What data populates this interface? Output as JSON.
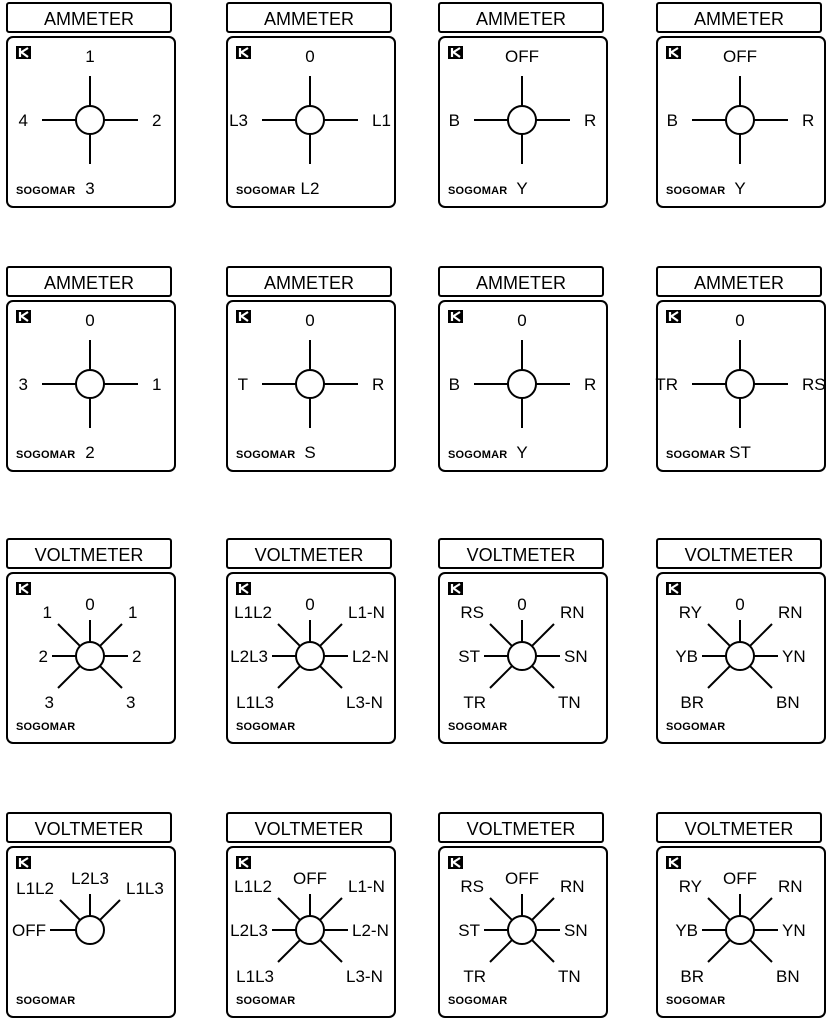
{
  "brand": "SOGOMAR",
  "panels": [
    {
      "title": "AMMETER",
      "layout": "cross",
      "labels": {
        "top": "1",
        "left": "4",
        "right": "2",
        "bottom": "3"
      }
    },
    {
      "title": "AMMETER",
      "layout": "cross",
      "labels": {
        "top": "0",
        "left": "L3",
        "right": "L1",
        "bottom": "L2"
      }
    },
    {
      "title": "AMMETER",
      "layout": "cross",
      "labels": {
        "top": "OFF",
        "left": "B",
        "right": "R",
        "bottom": "Y"
      }
    },
    {
      "title": "AMMETER",
      "layout": "cross",
      "labels": {
        "top": "OFF",
        "left": "B",
        "right": "R",
        "bottom": "Y"
      }
    },
    {
      "title": "AMMETER",
      "layout": "cross",
      "labels": {
        "top": "0",
        "left": "3",
        "right": "1",
        "bottom": "2"
      }
    },
    {
      "title": "AMMETER",
      "layout": "cross",
      "labels": {
        "top": "0",
        "left": "T",
        "right": "R",
        "bottom": "S"
      }
    },
    {
      "title": "AMMETER",
      "layout": "cross",
      "labels": {
        "top": "0",
        "left": "B",
        "right": "R",
        "bottom": "Y"
      }
    },
    {
      "title": "AMMETER",
      "layout": "cross",
      "labels": {
        "top": "0",
        "left": "TR",
        "right": "RS",
        "bottom": "ST"
      }
    },
    {
      "title": "VOLTMETER",
      "layout": "star7",
      "labels": {
        "top": "0",
        "ul": "1",
        "ur": "1",
        "left": "2",
        "right": "2",
        "ll": "3",
        "lr": "3"
      }
    },
    {
      "title": "VOLTMETER",
      "layout": "star7",
      "labels": {
        "top": "0",
        "ul": "L1L2",
        "ur": "L1-N",
        "left": "L2L3",
        "right": "L2-N",
        "ll": "L1L3",
        "lr": "L3-N"
      }
    },
    {
      "title": "VOLTMETER",
      "layout": "star7",
      "labels": {
        "top": "0",
        "ul": "RS",
        "ur": "RN",
        "left": "ST",
        "right": "SN",
        "ll": "TR",
        "lr": "TN"
      }
    },
    {
      "title": "VOLTMETER",
      "layout": "star7",
      "labels": {
        "top": "0",
        "ul": "RY",
        "ur": "RN",
        "left": "YB",
        "right": "YN",
        "ll": "BR",
        "lr": "BN"
      }
    },
    {
      "title": "VOLTMETER",
      "layout": "fan4",
      "labels": {
        "left": "OFF",
        "ul": "L1L2",
        "top": "L2L3",
        "ur": "L1L3"
      }
    },
    {
      "title": "VOLTMETER",
      "layout": "star7",
      "labels": {
        "top": "OFF",
        "ul": "L1L2",
        "ur": "L1-N",
        "left": "L2L3",
        "right": "L2-N",
        "ll": "L1L3",
        "lr": "L3-N"
      }
    },
    {
      "title": "VOLTMETER",
      "layout": "star7",
      "labels": {
        "top": "OFF",
        "ul": "RS",
        "ur": "RN",
        "left": "ST",
        "right": "SN",
        "ll": "TR",
        "lr": "TN"
      }
    },
    {
      "title": "VOLTMETER",
      "layout": "star7",
      "labels": {
        "top": "OFF",
        "ul": "RY",
        "ur": "RN",
        "left": "YB",
        "right": "YN",
        "ll": "BR",
        "lr": "BN"
      }
    }
  ]
}
